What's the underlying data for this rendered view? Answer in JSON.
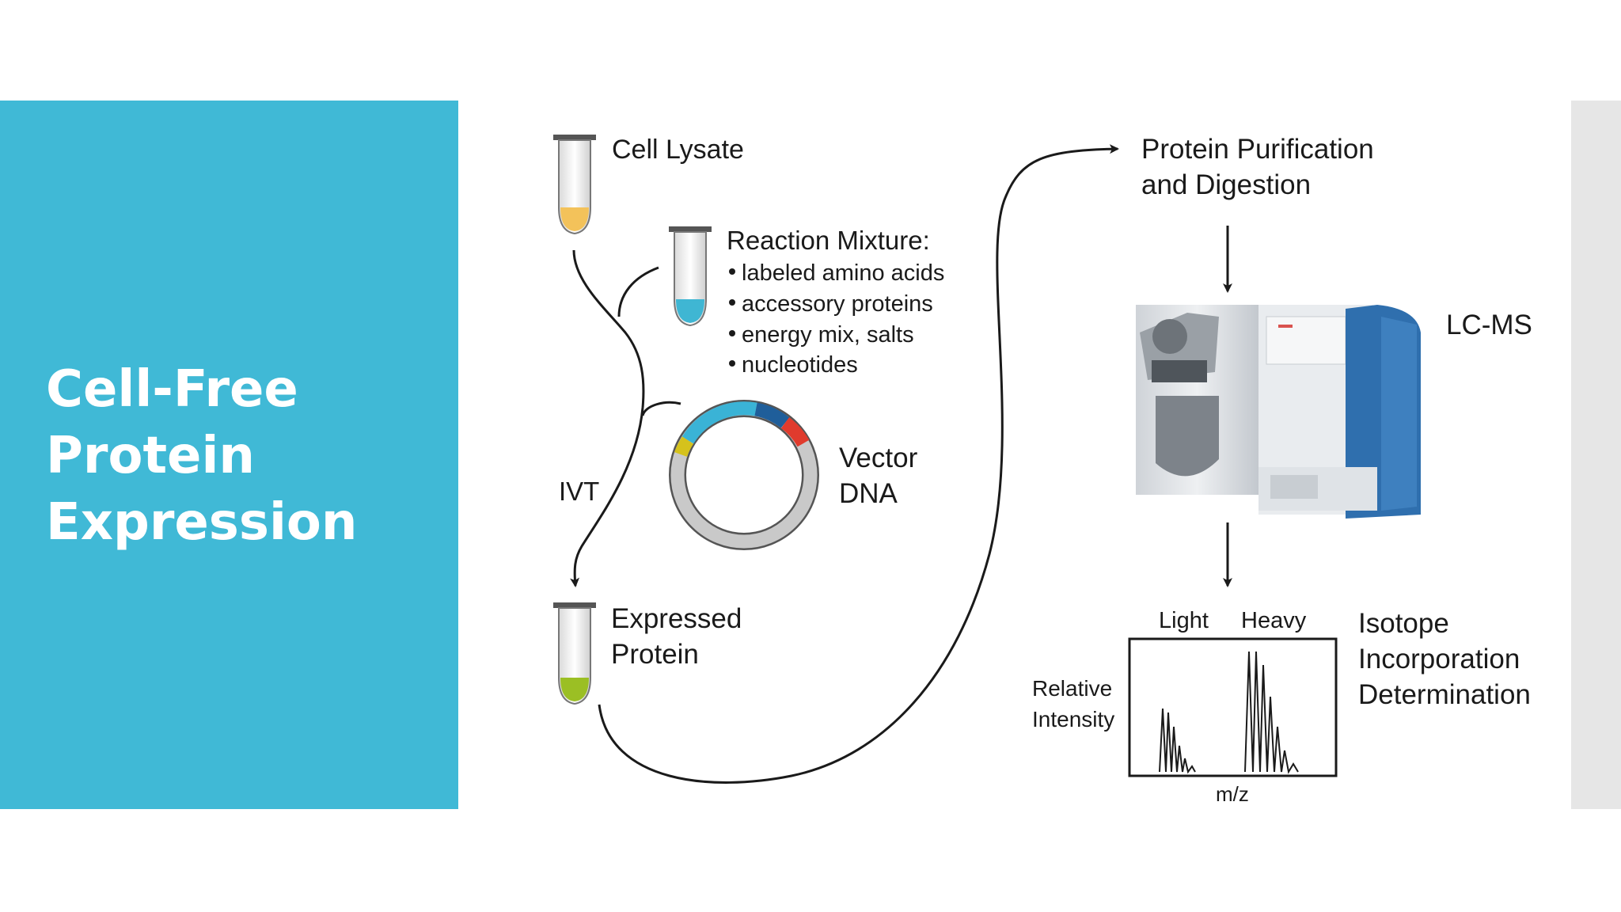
{
  "slide": {
    "title_lines": [
      "Cell-Free",
      "Protein",
      "Expression"
    ]
  },
  "colors": {
    "accent_panel": "#40b9d6",
    "side_strip": "#e6e6e6",
    "lysate_fill": "#f3c25a",
    "reaction_fill": "#3fb6d3",
    "expressed_fill": "#9bbf24",
    "plasmid_blue": "#3ab3d6",
    "plasmid_dark_blue": "#1f5e9a",
    "plasmid_red": "#e03b2d",
    "plasmid_yellow": "#d5c21c",
    "lcms_blue": "#2f6fae"
  },
  "diagram": {
    "cell_lysate": "Cell Lysate",
    "reaction_mixture": {
      "heading": "Reaction Mixture:",
      "items": [
        "labeled amino acids",
        "accessory proteins",
        "energy mix, salts",
        "nucleotides"
      ]
    },
    "vector_dna": [
      "Vector",
      "DNA"
    ],
    "ivt": "IVT",
    "expressed_protein": [
      "Expressed",
      "Protein"
    ],
    "purification": [
      "Protein Purification",
      "and Digestion"
    ],
    "lcms": "LC-MS",
    "spectrum": {
      "light": "Light",
      "heavy": "Heavy",
      "y_label": [
        "Relative",
        "Intensity"
      ],
      "x_label": "m/z"
    },
    "isotope": [
      "Isotope",
      "Incorporation",
      "Determination"
    ]
  }
}
